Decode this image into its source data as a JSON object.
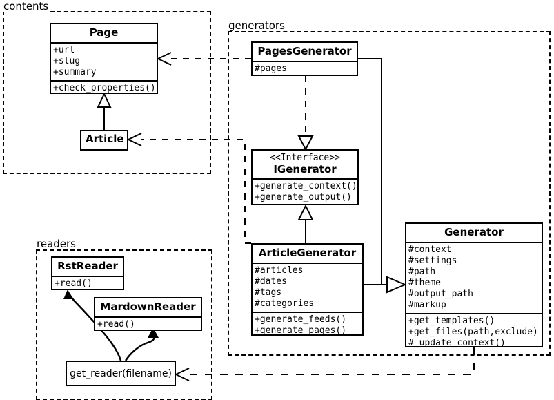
{
  "diagram": {
    "title": "UML class diagram",
    "stroke_color": "#000000",
    "background_color": "#ffffff"
  },
  "packages": [
    {
      "id": "contents",
      "label": "contents"
    },
    {
      "id": "generators",
      "label": "generators"
    },
    {
      "id": "readers",
      "label": "readers"
    }
  ],
  "classes": {
    "page": {
      "name": "Page",
      "attributes": [
        "+url",
        "+slug",
        "+summary"
      ],
      "methods": [
        "+check_properties()"
      ]
    },
    "article": {
      "name": "Article",
      "attributes": [],
      "methods": []
    },
    "pages_generator": {
      "name": "PagesGenerator",
      "attributes": [
        "#pages"
      ],
      "methods": []
    },
    "igenerator": {
      "stereotype": "<<Interface>>",
      "name": "IGenerator",
      "attributes": [],
      "methods": [
        "+generate_context()",
        "+generate_output()"
      ]
    },
    "article_generator": {
      "name": "ArticleGenerator",
      "attributes": [
        "#articles",
        "#dates",
        "#tags",
        "#categories"
      ],
      "methods": [
        "+generate_feeds()",
        "+generate_pages()"
      ]
    },
    "generator": {
      "name": "Generator",
      "attributes": [
        "#context",
        "#settings",
        "#path",
        "#theme",
        "#output_path",
        "#markup"
      ],
      "methods": [
        "+get_templates()",
        "+get_files(path,exclude)",
        "#_update_context()"
      ]
    },
    "rst_reader": {
      "name": "RstReader",
      "attributes": [],
      "methods": [
        "+read()"
      ]
    },
    "mardown_reader": {
      "name": "MardownReader",
      "attributes": [],
      "methods": [
        "+read()"
      ]
    }
  },
  "functions": {
    "get_reader": {
      "label": "get_reader(filename)"
    }
  },
  "relations": [
    {
      "from": "article",
      "to": "page",
      "type": "generalization"
    },
    {
      "from": "pages_generator",
      "to": "igenerator",
      "type": "realization"
    },
    {
      "from": "article_generator",
      "to": "igenerator",
      "type": "generalization"
    },
    {
      "from": "pages_generator",
      "to": "generator",
      "type": "generalization"
    },
    {
      "from": "article_generator",
      "to": "generator",
      "type": "generalization"
    },
    {
      "from": "pages_generator",
      "to": "page",
      "type": "dependency"
    },
    {
      "from": "article_generator",
      "to": "article",
      "type": "dependency"
    },
    {
      "from": "generator",
      "to": "get_reader",
      "type": "dependency"
    },
    {
      "from": "get_reader",
      "to": "rst_reader",
      "type": "call"
    },
    {
      "from": "get_reader",
      "to": "mardown_reader",
      "type": "call"
    }
  ]
}
